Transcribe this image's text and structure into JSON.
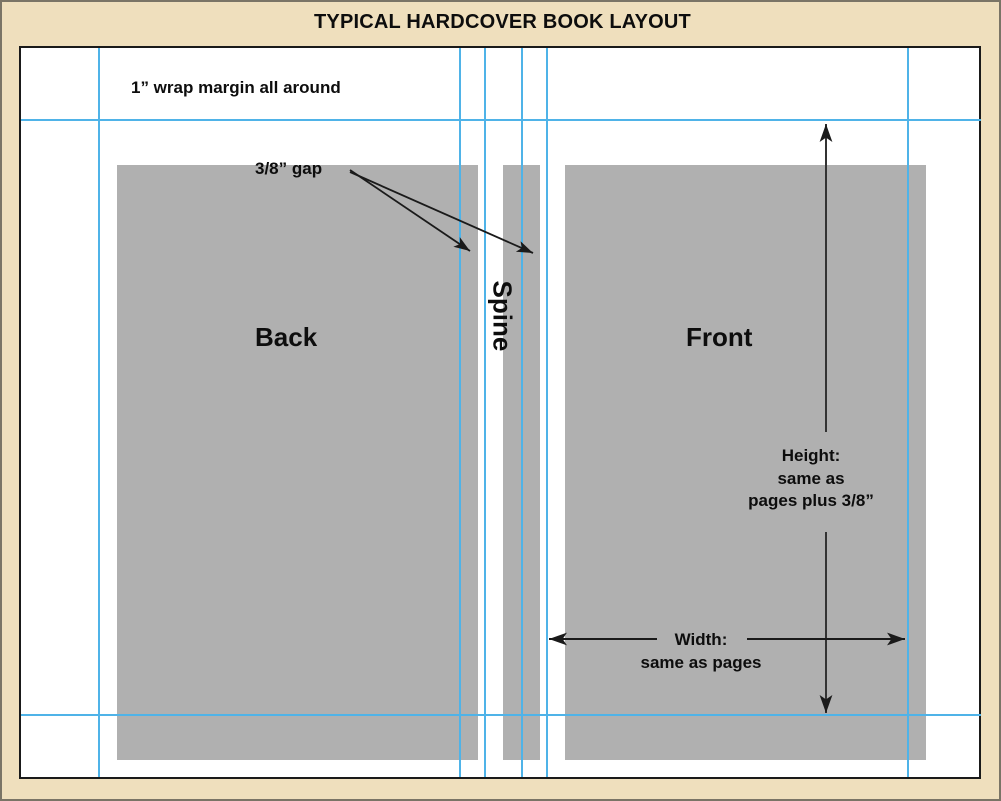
{
  "diagram": {
    "title": "TYPICAL HARDCOVER BOOK LAYOUT",
    "panels": {
      "back": "Back",
      "spine": "Spine",
      "front": "Front"
    },
    "annotations": {
      "wrap_margin": "1” wrap margin all around",
      "gap": "3/8” gap",
      "height_line1": "Height:",
      "height_line2": "same as",
      "height_line3": "pages plus 3/8”",
      "width_line1": "Width:",
      "width_line2": "same as pages"
    },
    "colors": {
      "background": "#efdfbd",
      "sheet": "#ffffff",
      "panel_fill": "#b0b0b0",
      "guide_line": "#4fb3e8",
      "ink": "#0d0d0d",
      "frame": "#1a1a1a"
    },
    "guides": {
      "vertical_x": [
        96,
        457,
        482,
        519,
        544,
        905
      ],
      "horizontal_y": [
        117,
        712
      ]
    }
  }
}
